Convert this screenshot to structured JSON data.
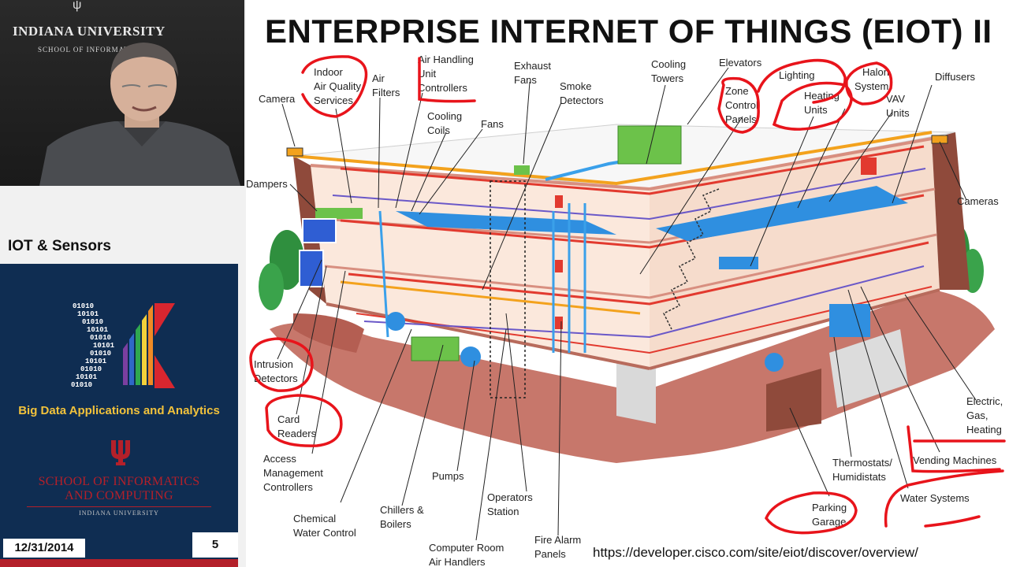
{
  "webcam": {
    "banner_university": "INDIANA UNIVERSITY",
    "banner_school": "SCHOOL OF INFORMATI"
  },
  "sidebar": {
    "heading": "IOT & Sensors",
    "course_title": "Big Data Applications and Analytics",
    "school_line1": "SCHOOL OF INFORMATICS",
    "school_line2": "AND COMPUTING",
    "university": "INDIANA UNIVERSITY",
    "date": "12/31/2014",
    "page_number": "5",
    "logo_binary": [
      "01010",
      "10101",
      "01010",
      "10101",
      "01010",
      "10101",
      "01010",
      "10101",
      "01010",
      "10101",
      "01010"
    ]
  },
  "slide": {
    "title": "ENTERPRISE INTERNET OF THINGS (EIOT) II",
    "source_url": "https://developer.cisco.com/site/eiot/discover/overview/",
    "labels": {
      "camera": "Camera",
      "iaq1": "Indoor",
      "iaq2": "Air Quality",
      "iaq3": "Services",
      "air_filters1": "Air",
      "air_filters2": "Filters",
      "ahu1": "Air Handling",
      "ahu2": "Unit",
      "ahu3": "Controllers",
      "exhaust1": "Exhaust",
      "exhaust2": "Fans",
      "smoke1": "Smoke",
      "smoke2": "Detectors",
      "cooling_towers1": "Cooling",
      "cooling_towers2": "Towers",
      "elevators": "Elevators",
      "zone1": "Zone",
      "zone2": "Control",
      "zone3": "Panels",
      "lighting": "Lighting",
      "halon1": "Halon",
      "halon2": "System",
      "heating1": "Heating",
      "heating2": "Units",
      "vav1": "VAV",
      "vav2": "Units",
      "diffusers": "Diffusers",
      "cooling_coils1": "Cooling",
      "cooling_coils2": "Coils",
      "fans": "Fans",
      "dampers": "Dampers",
      "cameras": "Cameras",
      "intrusion1": "Intrusion",
      "intrusion2": "Detectors",
      "card1": "Card",
      "card2": "Readers",
      "access1": "Access",
      "access2": "Management",
      "access3": "Controllers",
      "chem1": "Chemical",
      "chem2": "Water Control",
      "chillers1": "Chillers &",
      "chillers2": "Boilers",
      "pumps": "Pumps",
      "operators1": "Operators",
      "operators2": "Station",
      "crah1": "Computer Room",
      "crah2": "Air Handlers",
      "fire1": "Fire Alarm",
      "fire2": "Panels",
      "thermo1": "Thermostats/",
      "thermo2": "Humidistats",
      "parking1": "Parking",
      "parking2": "Garage",
      "water": "Water Systems",
      "vending": "Vending Machines",
      "egh1": "Electric,",
      "egh2": "Gas,",
      "egh3": "Heating"
    }
  },
  "colors": {
    "card_bg": "#0f2d52",
    "course_title": "#f2c23b",
    "iu_crimson": "#b4202a",
    "annotation_red": "#e8141b",
    "duct_blue": "#2f8fe0",
    "pipe_red": "#e23a2f",
    "pipe_orange": "#f3a21d",
    "equipment_green": "#6cc24a"
  },
  "icons": [
    "presenter-webcam",
    "k-logo-icon",
    "iu-trident-icon"
  ]
}
